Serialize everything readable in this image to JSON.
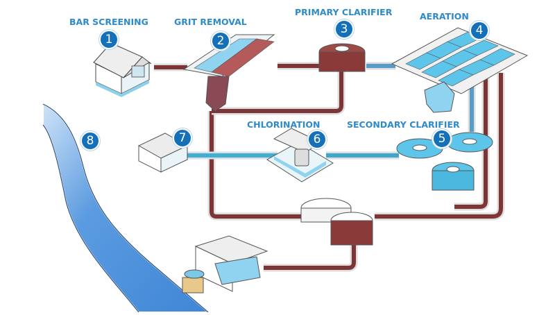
{
  "diagram": {
    "title": "Wastewater treatment process",
    "steps": [
      {
        "number": "1",
        "label": "BAR SCREENING"
      },
      {
        "number": "2",
        "label": "GRIT REMOVAL"
      },
      {
        "number": "3",
        "label": "PRIMARY CLARIFIER"
      },
      {
        "number": "4",
        "label": "AERATION"
      },
      {
        "number": "5",
        "label": "SECONDARY CLARIFIER"
      },
      {
        "number": "6",
        "label": "CHLORINATION"
      },
      {
        "number": "7",
        "label": ""
      },
      {
        "number": "8",
        "label": ""
      }
    ],
    "colors": {
      "label": "#2e8ac8",
      "badge": "#1470b8",
      "sludge_pipe": "#8b3a3a",
      "water_pipe": "#5bbfe0",
      "river": "#4a90d9"
    }
  }
}
